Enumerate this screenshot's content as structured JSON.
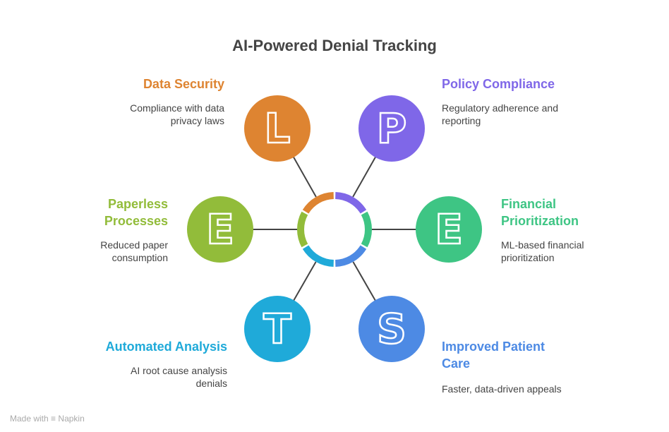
{
  "title": "AI-Powered Denial Tracking",
  "items": [
    {
      "letter": "L",
      "label": "Data Security",
      "desc": "Compliance with data privacy laws",
      "color": "#DE8431"
    },
    {
      "letter": "P",
      "label": "Policy Compliance",
      "desc": "Regulatory adherence and reporting",
      "color": "#7F67E8"
    },
    {
      "letter": "E",
      "label": "Financial Prioritization",
      "desc": "ML-based financial prioritization",
      "color": "#3EC584"
    },
    {
      "letter": "S",
      "label": "Improved Patient Care",
      "desc": "Faster, data-driven appeals",
      "color": "#4D8AE4"
    },
    {
      "letter": "T",
      "label": "Automated Analysis",
      "desc": "AI root cause analysis denials",
      "color": "#1FAAD9"
    },
    {
      "letter": "E",
      "label": "Paperless Processes",
      "desc": "Reduced paper consumption",
      "color": "#92BC3A"
    }
  ],
  "footer": {
    "made_with": "Made with",
    "brand": "Napkin"
  }
}
